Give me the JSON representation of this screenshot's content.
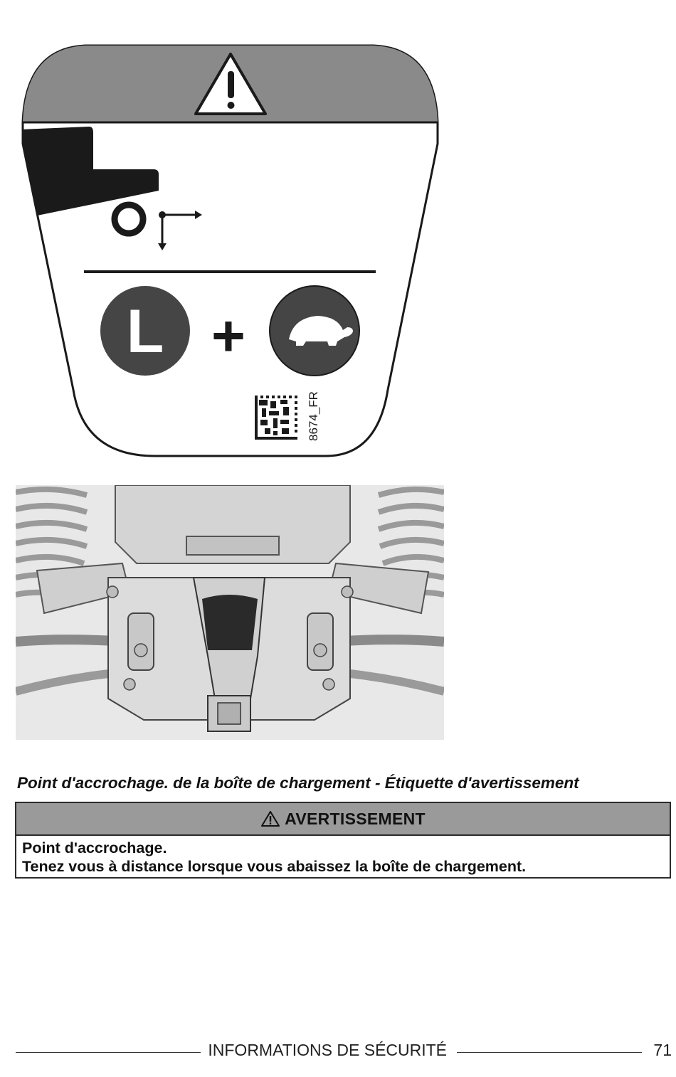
{
  "label": {
    "badge_letter": "L",
    "plus_sign": "+",
    "code": "8674_FR"
  },
  "caption": "Point d'accrochage. de la boîte de chargement - Étiquette d'avertissement",
  "warning": {
    "title": "AVERTISSEMENT",
    "lines": [
      "Point d'accrochage.",
      "Tenez vous à distance lorsque vous abaissez la boîte de chargement."
    ]
  },
  "footer": {
    "section": "INFORMATIONS DE SÉCURITÉ",
    "page": "71"
  }
}
